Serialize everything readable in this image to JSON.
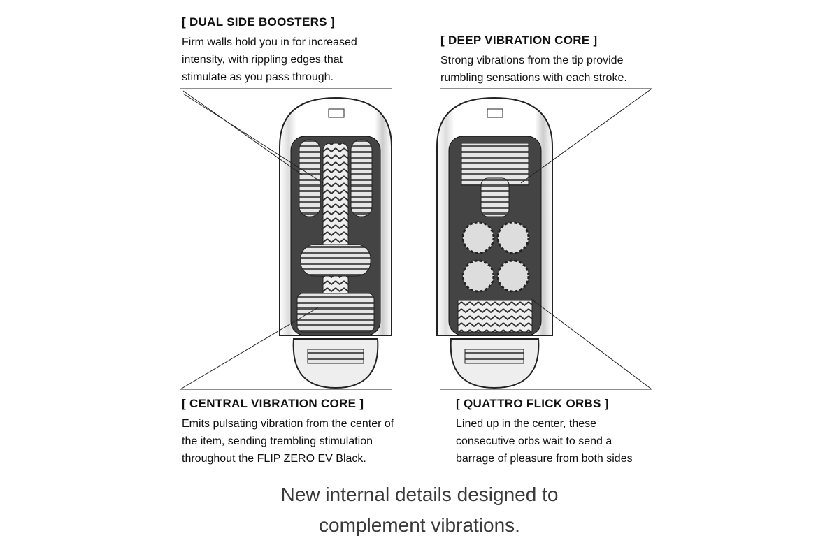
{
  "callouts": {
    "dual_side": {
      "title": "[ DUAL SIDE BOOSTERS ]",
      "lines": [
        "Firm walls hold you in for increased",
        "intensity, with rippling edges that",
        "stimulate as you pass through."
      ]
    },
    "deep_core": {
      "title": "[ DEEP VIBRATION CORE ]",
      "lines": [
        "Strong vibrations from the tip provide",
        "rumbling sensations with each stroke."
      ]
    },
    "central_core": {
      "title": "[ CENTRAL VIBRATION CORE ]",
      "lines": [
        "Emits pulsating vibration from the center of",
        "the item, sending trembling stimulation",
        "throughout the FLIP ZERO EV Black."
      ]
    },
    "quattro": {
      "title": "[ QUATTRO FLICK ORBS ]",
      "lines": [
        "Lined up in the center, these",
        "consecutive orbs wait to send a",
        "barrage of pleasure from both sides"
      ]
    }
  },
  "caption": [
    "New internal details designed to",
    "complement vibrations."
  ]
}
